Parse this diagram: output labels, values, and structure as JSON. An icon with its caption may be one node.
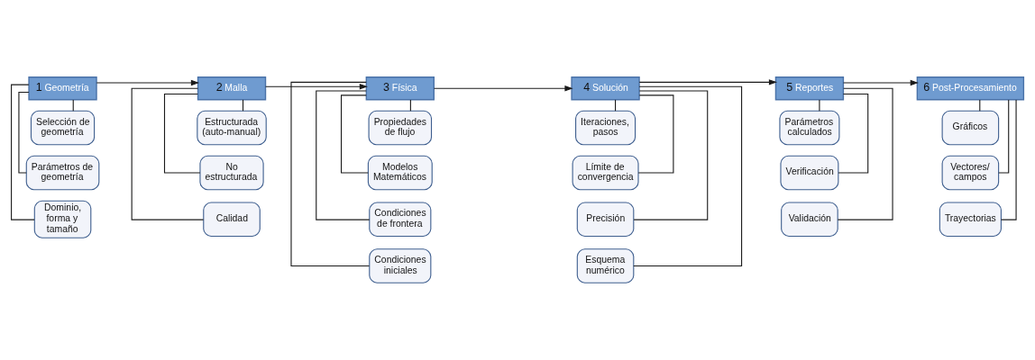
{
  "diagram": {
    "nodes": [
      {
        "text": [
          "1",
          "Geometría"
        ]
      },
      {
        "text": [
          "Selección de geometría"
        ]
      },
      {
        "text": [
          "Parámetros de geometría"
        ]
      },
      {
        "text": [
          "Dominio, forma y tamaño"
        ]
      },
      {
        "text": [
          "2",
          "Malla"
        ]
      },
      {
        "text": [
          "Estructurada (auto-manual)"
        ]
      },
      {
        "text": [
          "No estructurada"
        ]
      },
      {
        "text": [
          "Calidad"
        ]
      },
      {
        "text": [
          "3",
          "Física"
        ]
      },
      {
        "text": [
          "Propiedades de flujo"
        ]
      },
      {
        "text": [
          "Modelos Matemáticos"
        ]
      },
      {
        "text": [
          "Condiciones de frontera"
        ]
      },
      {
        "text": [
          "Condiciones iniciales"
        ]
      },
      {
        "text": [
          "4",
          "Solución"
        ]
      },
      {
        "text": [
          "Iteraciones, pasos"
        ]
      },
      {
        "text": [
          "Límite de convergencia"
        ]
      },
      {
        "text": [
          "Precisión"
        ]
      },
      {
        "text": [
          "Esquema numérico"
        ]
      },
      {
        "text": [
          "5",
          "Reportes"
        ]
      },
      {
        "text": [
          "Parámetros calculados"
        ]
      },
      {
        "text": [
          "Verificación"
        ]
      },
      {
        "text": [
          "Validación"
        ]
      },
      {
        "text": [
          "6",
          "Post-Procesamiento"
        ]
      },
      {
        "text": [
          "Gráficos"
        ]
      },
      {
        "text": [
          "Vectores/ campos"
        ]
      },
      {
        "text": [
          "Trayectorias"
        ]
      }
    ],
    "edges": [
      {
        "from": 0,
        "to": 4,
        "arrow": "to"
      },
      {
        "from": 4,
        "to": 8,
        "arrow": "to"
      },
      {
        "from": 8,
        "to": 13,
        "arrow": "to"
      },
      {
        "from": 13,
        "to": 18,
        "arrow": "to"
      },
      {
        "from": 18,
        "to": 22,
        "arrow": "to"
      },
      {
        "from": 0,
        "to": 1,
        "arrow": "none"
      },
      {
        "from": 0,
        "to": 2,
        "arrow": "none"
      },
      {
        "from": 0,
        "to": 3,
        "arrow": "none"
      },
      {
        "from": 4,
        "to": 5,
        "arrow": "none"
      },
      {
        "from": 4,
        "to": 6,
        "arrow": "none"
      },
      {
        "from": 4,
        "to": 7,
        "arrow": "none"
      },
      {
        "from": 8,
        "to": 9,
        "arrow": "none"
      },
      {
        "from": 8,
        "to": 10,
        "arrow": "none"
      },
      {
        "from": 8,
        "to": 11,
        "arrow": "none"
      },
      {
        "from": 8,
        "to": 12,
        "arrow": "none"
      },
      {
        "from": 13,
        "to": 14,
        "arrow": "none"
      },
      {
        "from": 13,
        "to": 15,
        "arrow": "none"
      },
      {
        "from": 13,
        "to": 16,
        "arrow": "none"
      },
      {
        "from": 13,
        "to": 17,
        "arrow": "none"
      },
      {
        "from": 18,
        "to": 19,
        "arrow": "none"
      },
      {
        "from": 18,
        "to": 20,
        "arrow": "none"
      },
      {
        "from": 18,
        "to": 21,
        "arrow": "none"
      },
      {
        "from": 22,
        "to": 23,
        "arrow": "none"
      },
      {
        "from": 22,
        "to": 24,
        "arrow": "none"
      },
      {
        "from": 22,
        "to": 25,
        "arrow": "none"
      }
    ]
  }
}
